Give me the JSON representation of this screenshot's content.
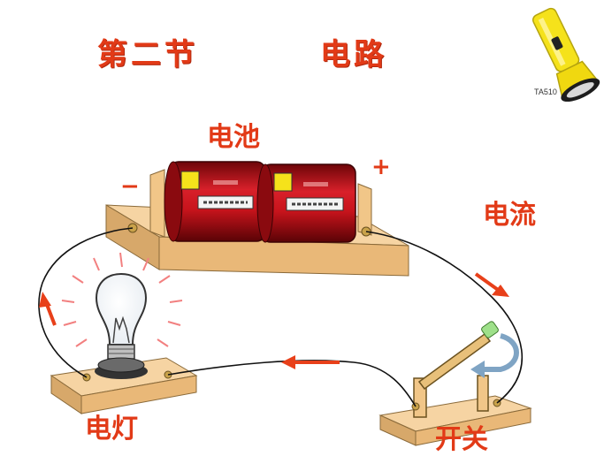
{
  "title_left": "第二节",
  "title_right": "电路",
  "flashlight_model": "TA510",
  "labels": {
    "battery": "电池",
    "current": "电流",
    "lamp": "电灯",
    "switch": "开关",
    "minus": "−",
    "plus": "+"
  },
  "colors": {
    "label_red": "#e23a17",
    "board": "#f2c994",
    "battery_red": "#c8141c",
    "flashlight_yellow": "#f5e21b",
    "arrow_red": "#e8401a"
  }
}
